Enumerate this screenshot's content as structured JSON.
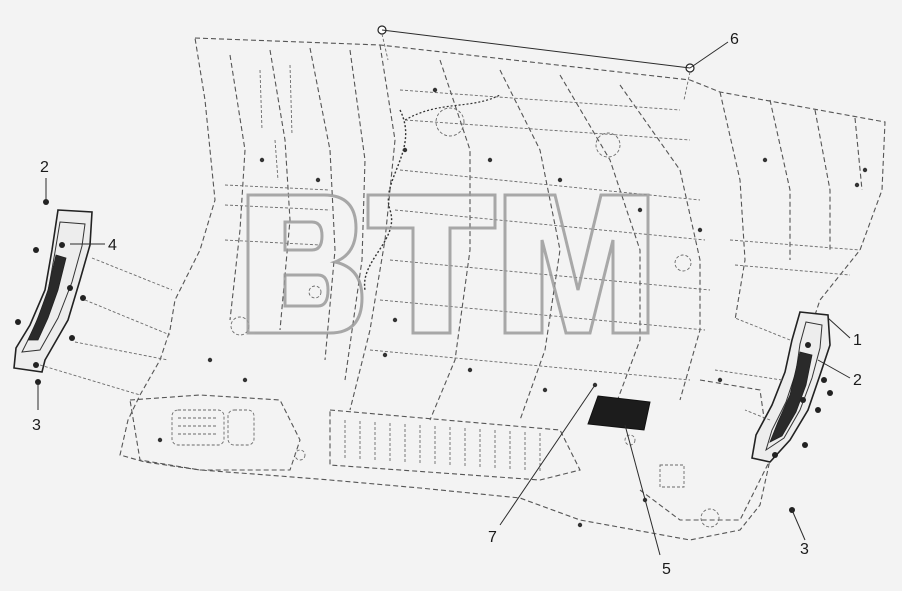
{
  "diagram": {
    "watermark": "BTM",
    "callouts": [
      {
        "id": "callout-1",
        "text": "1"
      },
      {
        "id": "callout-2-right",
        "text": "2"
      },
      {
        "id": "callout-2-left",
        "text": "2"
      },
      {
        "id": "callout-3-left",
        "text": "3"
      },
      {
        "id": "callout-3-right",
        "text": "3"
      },
      {
        "id": "callout-4",
        "text": "4"
      },
      {
        "id": "callout-5",
        "text": "5"
      },
      {
        "id": "callout-6",
        "text": "6"
      },
      {
        "id": "callout-7",
        "text": "7"
      }
    ]
  },
  "colors": {
    "background": "#f3f3f3",
    "line": "#2b2b2b",
    "watermark": "#9a9a9a",
    "pad_fill": "#1c1c1c"
  }
}
